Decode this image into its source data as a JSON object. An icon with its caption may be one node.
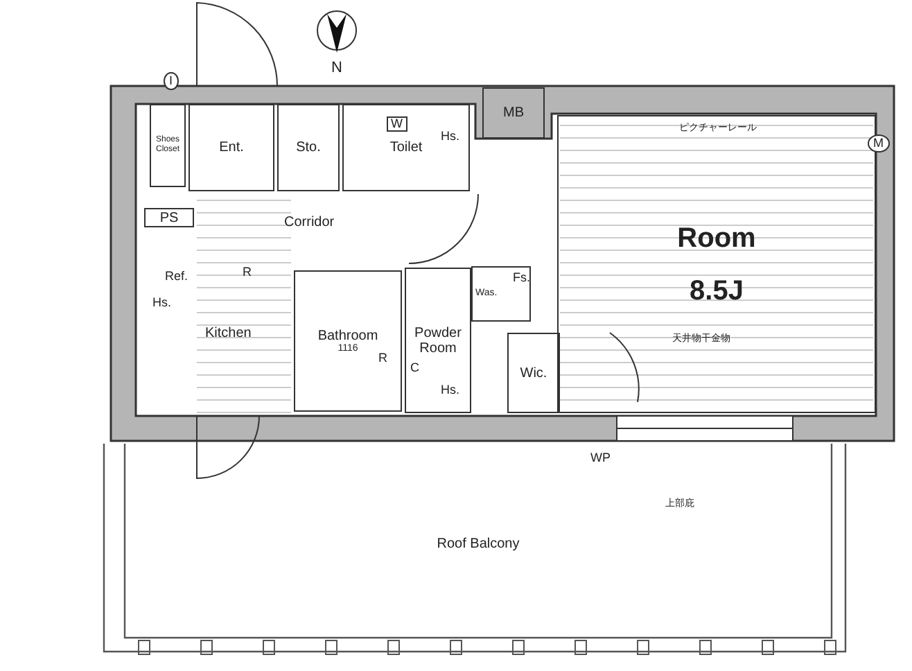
{
  "diagram": {
    "nodes": [
      {
        "text": [
          "Shoes Closet"
        ]
      },
      {
        "text": [
          "Ent."
        ]
      },
      {
        "text": [
          "Sto."
        ]
      },
      {
        "text": [
          "Toilet"
        ]
      },
      {
        "text": [
          "MB"
        ]
      },
      {
        "text": [
          "Room",
          "8.5J"
        ]
      },
      {
        "text": [
          "PS"
        ]
      },
      {
        "text": [
          "Bathroom",
          "1116"
        ]
      },
      {
        "text": [
          "Powder Room"
        ]
      },
      {
        "text": [
          "Was."
        ]
      },
      {
        "text": [
          "Wic."
        ]
      },
      {
        "text": [
          "Roof Balcony"
        ]
      }
    ],
    "edges": [],
    "labels": [
      "I",
      "N",
      "W",
      "Hs.",
      "ピクチャーレール",
      "M",
      "Corridor",
      "Ref.",
      "R",
      "Hs.",
      "Kitchen",
      "R",
      "C",
      "Hs.",
      "Fs.",
      "天井物干金物",
      "WP",
      "上部庇"
    ]
  }
}
